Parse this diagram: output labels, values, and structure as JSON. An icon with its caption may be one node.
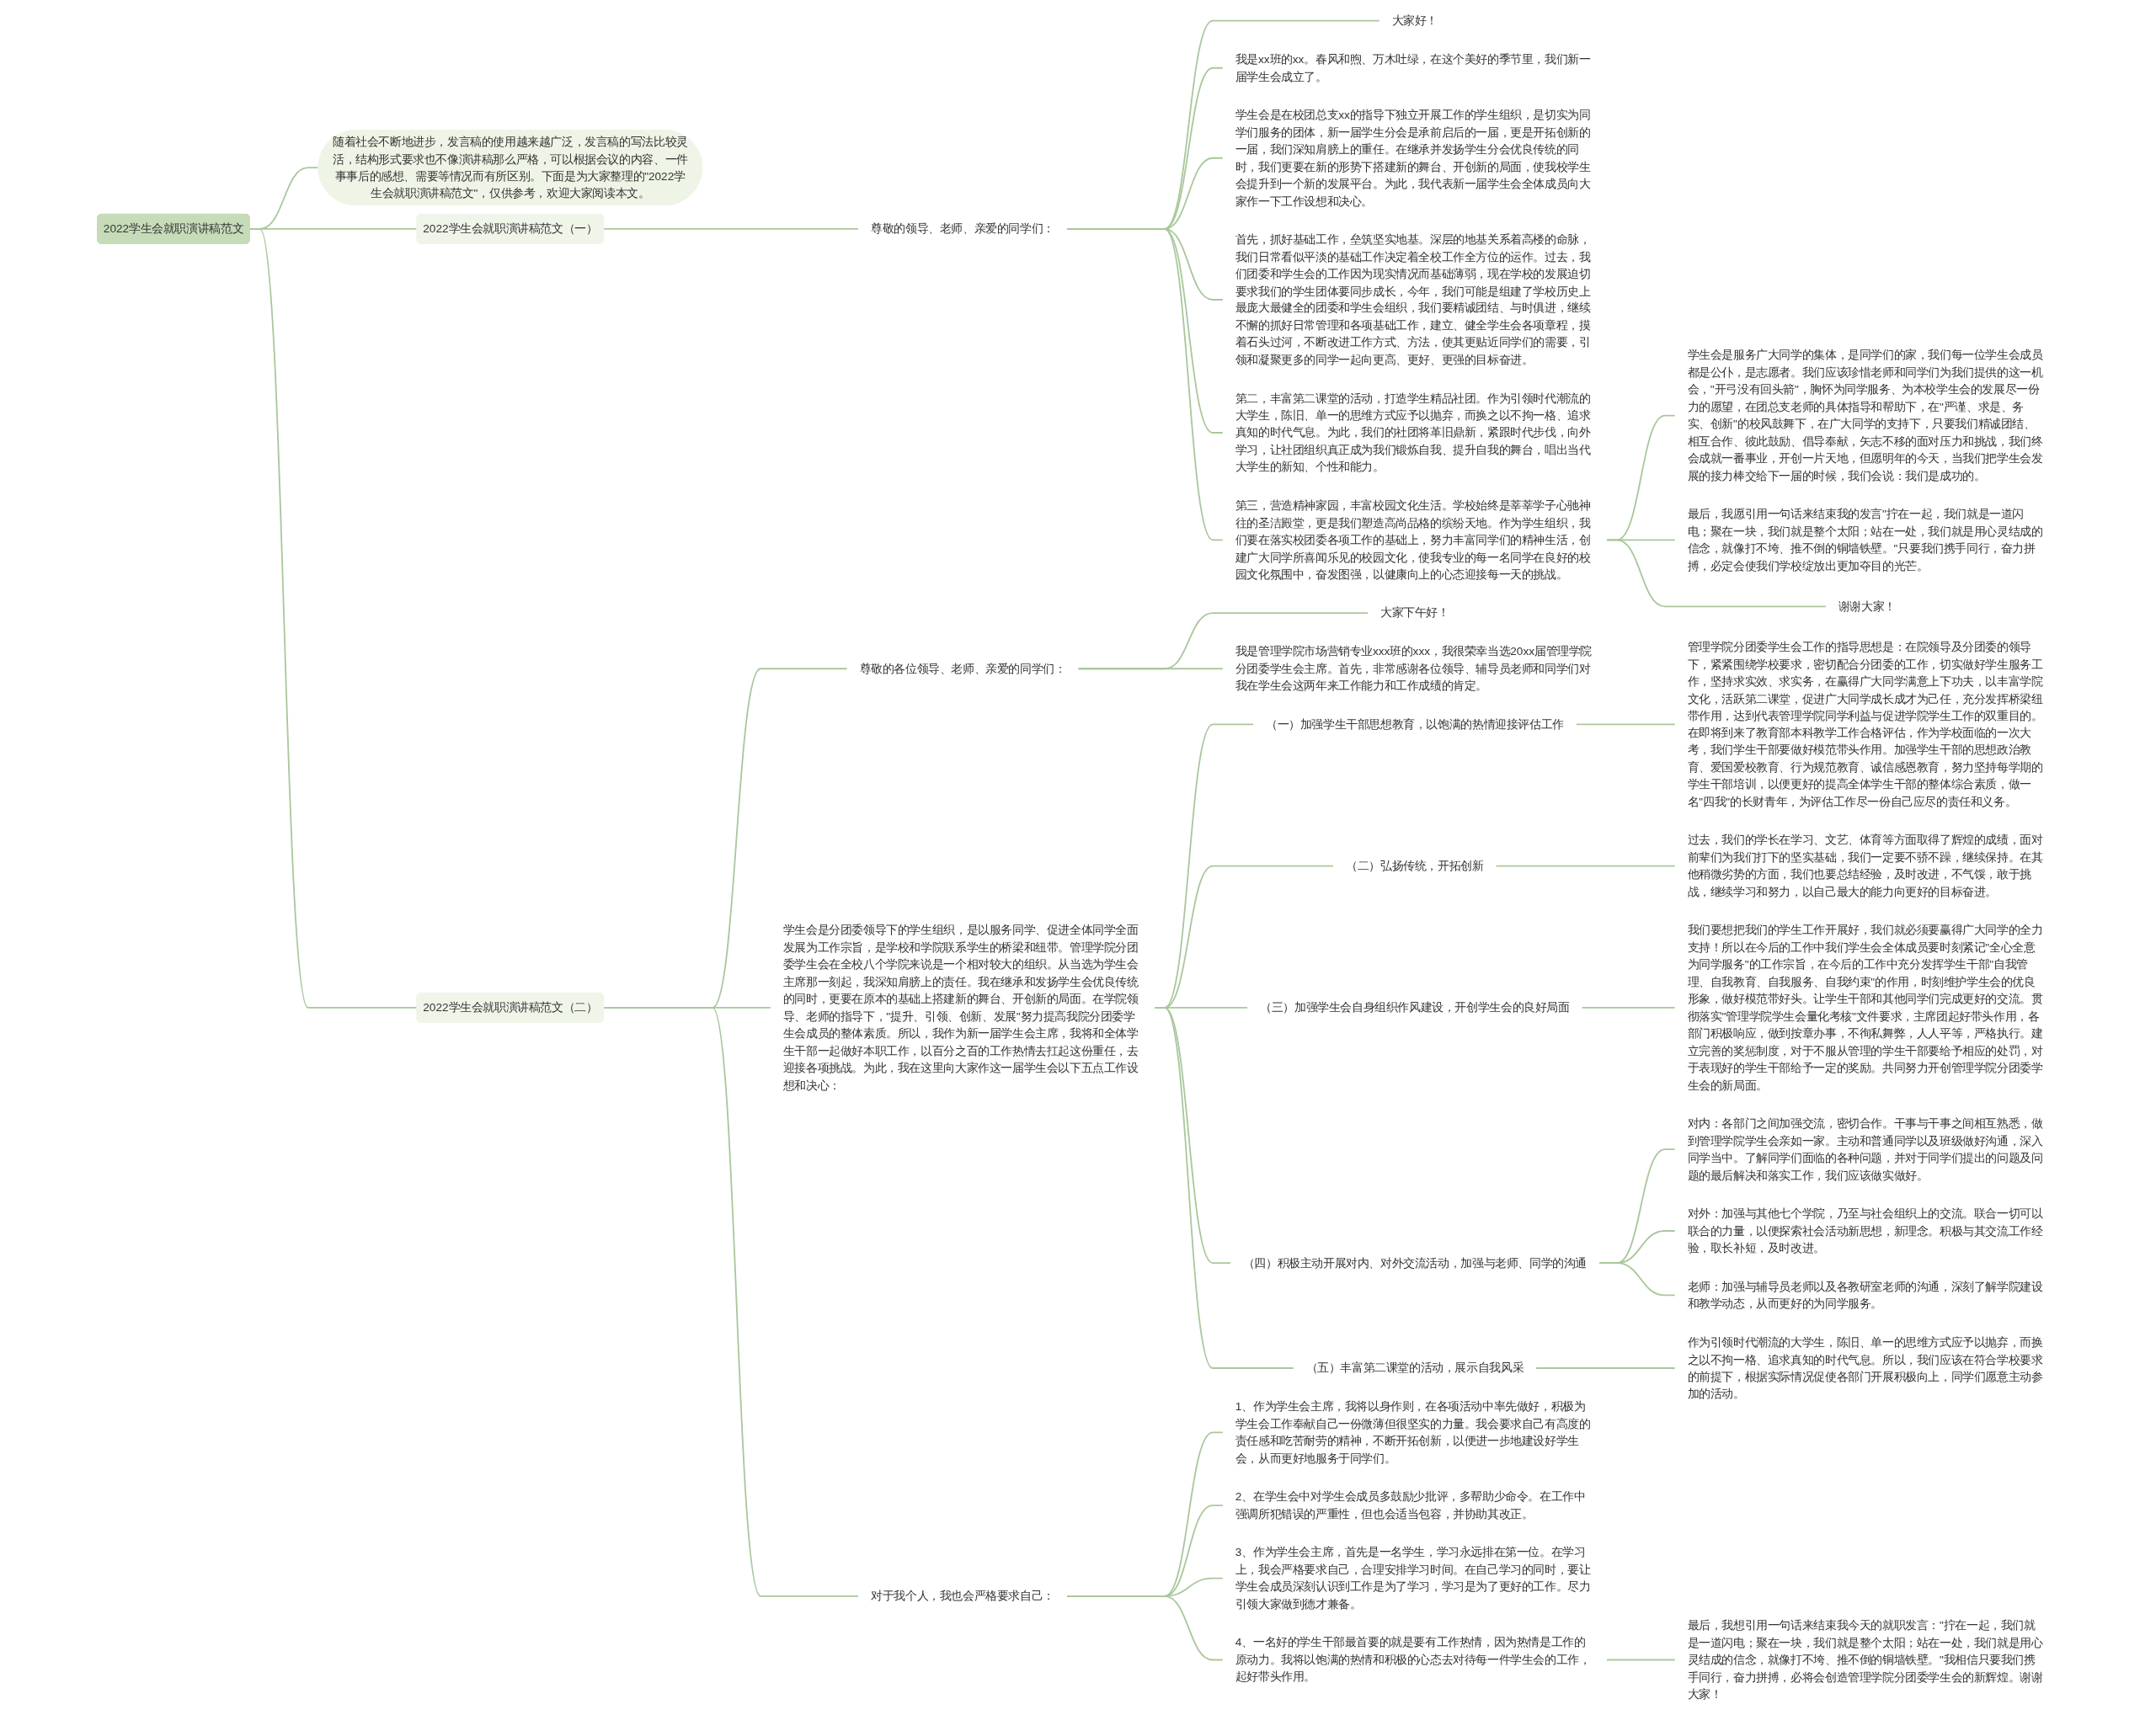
{
  "diagram": {
    "nodes": [
      {
        "text": [
          "2022学生会就职演讲稿范文"
        ]
      },
      {
        "text": [
          "随着社会不断地进步，发言稿的使用越来越广泛，发言稿的写法比较灵活，结构形式要求也不像演讲稿那么严格，可以根据会议的内容、一件事事后的感想、需要等情况而有所区别。下面是为大家整理的\"2022学生会就职演讲稿范文\"，仅供参考，欢迎大家阅读本文。"
        ]
      },
      {
        "text": [
          "2022学生会就职演讲稿范文（一）"
        ]
      },
      {
        "text": [
          "尊敬的领导、老师、亲爱的同学们："
        ]
      },
      {
        "text": [
          "大家好！"
        ]
      },
      {
        "text": [
          "我是xx班的xx。春风和煦、万木吐绿，在这个美好的季节里，我们新一届学生会成立了。"
        ]
      },
      {
        "text": [
          "学生会是在校团总支xx的指导下独立开展工作的学生组织，是切实为同学们服务的团体，新一届学生分会是承前启后的一届，更是开拓创新的一届，我们深知肩膀上的重任。在继承并发扬学生分会优良传统的同时，我们更要在新的形势下搭建新的舞台、开创新的局面，使我校学生会提升到一个新的发展平台。为此，我代表新一届学生会全体成员向大家作一下工作设想和决心。"
        ]
      },
      {
        "text": [
          "首先，抓好基础工作，垒筑坚实地基。深层的地基关系着高楼的命脉，我们日常看似平淡的基础工作决定着全校工作全方位的运作。过去，我们团委和学生会的工作因为现实情况而基础薄弱，现在学校的发展迫切要求我们的学生团体要同步成长，今年，我们可能是组建了学校历史上最庞大最健全的团委和学生会组织，我们要精诚团结、与时俱进，继续不懈的抓好日常管理和各项基础工作，建立、健全学生会各项章程，摸着石头过河，不断改进工作方式、方法，使其更贴近同学们的需要，引领和凝聚更多的同学一起向更高、更好、更强的目标奋进。"
        ]
      },
      {
        "text": [
          "第二，丰富第二课堂的活动，打造学生精品社团。作为引领时代潮流的大学生，陈旧、单一的思维方式应予以抛弃，而换之以不拘一格、追求真知的时代气息。为此，我们的社团将革旧鼎新，紧跟时代步伐，向外学习，让社团组织真正成为我们锻炼自我、提升自我的舞台，唱出当代大学生的新知、个性和能力。"
        ]
      },
      {
        "text": [
          "第三，营造精神家园，丰富校园文化生活。学校始终是莘莘学子心驰神往的圣洁殿堂，更是我们塑造高尚品格的缤纷天地。作为学生组织，我们要在落实校团委各项工作的基础上，努力丰富同学们的精神生活，创建广大同学所喜闻乐见的校园文化，使我专业的每一名同学在良好的校园文化氛围中，奋发图强，以健康向上的心态迎接每一天的挑战。"
        ]
      },
      {
        "text": [
          "学生会是服务广大同学的集体，是同学们的家，我们每一位学生会成员都是公仆，是志愿者。我们应该珍惜老师和同学们为我们提供的这一机会，\"开弓没有回头箭\"，胸怀为同学服务、为本校学生会的发展尽一份力的愿望，在团总支老师的具体指导和帮助下，在\"严谨、求是、务实、创新\"的校风鼓舞下，在广大同学的支持下，只要我们精诚团结、相互合作、彼此鼓励、倡导奉献，矢志不移的面对压力和挑战，我们终会成就一番事业，开创一片天地，但愿明年的今天，当我们把学生会发展的接力棒交给下一届的时候，我们会说：我们是成功的。"
        ]
      },
      {
        "text": [
          "最后，我愿引用一句话来结束我的发言\"拧在一起，我们就是一道闪电；聚在一块，我们就是整个太阳；站在一处，我们就是用心灵结成的信念，就像打不垮、推不倒的铜墙铁壁。\"只要我们携手同行，奋力拼搏，必定会使我们学校绽放出更加夺目的光芒。"
        ]
      },
      {
        "text": [
          "谢谢大家！"
        ]
      },
      {
        "text": [
          "2022学生会就职演讲稿范文（二）"
        ]
      },
      {
        "text": [
          "尊敬的各位领导、老师、亲爱的同学们："
        ]
      },
      {
        "text": [
          "大家下午好！"
        ]
      },
      {
        "text": [
          "我是管理学院市场营销专业xxx班的xxx，我很荣幸当选20xx届管理学院分团委学生会主席。首先，非常感谢各位领导、辅导员老师和同学们对我在学生会这两年来工作能力和工作成绩的肯定。"
        ]
      },
      {
        "text": [
          "学生会是分团委领导下的学生组织，是以服务同学、促进全体同学全面发展为工作宗旨，是学校和学院联系学生的桥梁和纽带。管理学院分团委学生会在全校八个学院来说是一个相对较大的组织。从当选为学生会主席那一刻起，我深知肩膀上的责任。我在继承和发扬学生会优良传统的同时，更要在原本的基础上搭建新的舞台、开创新的局面。在学院领导、老师的指导下，\"提升、引领、创新、发展\"努力提高我院分团委学生会成员的整体素质。所以，我作为新一届学生会主席，我将和全体学生干部一起做好本职工作，以百分之百的工作热情去扛起这份重任，去迎接各项挑战。为此，我在这里向大家作这一届学生会以下五点工作设想和决心："
        ]
      },
      {
        "text": [
          "（一）加强学生干部思想教育，以饱满的热情迎接评估工作"
        ]
      },
      {
        "text": [
          "管理学院分团委学生会工作的指导思想是：在院领导及分团委的领导下，紧紧围绕学校要求，密切配合分团委的工作，切实做好学生服务工作，坚持求实效、求实务，在赢得广大同学满意上下功夫，以丰富学院文化，活跃第二课堂，促进广大同学成长成才为己任，充分发挥桥梁纽带作用，达到代表管理学院同学利益与促进学院学生工作的双重目的。在即将到来了教育部本科教学工作合格评估，作为学校面临的一次大考，我们学生干部要做好模范带头作用。加强学生干部的思想政治教育、爱国爱校教育、行为规范教育、诚信感恩教育，努力坚持每学期的学生干部培训，以便更好的提高全体学生干部的整体综合素质，做一名\"四我\"的长财青年，为评估工作尽一份自己应尽的责任和义务。"
        ]
      },
      {
        "text": [
          "（二）弘扬传统，开拓创新"
        ]
      },
      {
        "text": [
          "过去，我们的学长在学习、文艺、体育等方面取得了辉煌的成绩，面对前辈们为我们打下的坚实基础，我们一定要不骄不躁，继续保持。在其他稍微劣势的方面，我们也要总结经验，及时改进，不气馁，敢于挑战，继续学习和努力，以自己最大的能力向更好的目标奋进。"
        ]
      },
      {
        "text": [
          "（三）加强学生会自身组织作风建设，开创学生会的良好局面"
        ]
      },
      {
        "text": [
          "我们要想把我们的学生工作开展好，我们就必须要赢得广大同学的全力支持！所以在今后的工作中我们学生会全体成员要时刻紧记\"全心全意为同学服务\"的工作宗旨，在今后的工作中充分发挥学生干部\"自我管理、自我教育、自我服务、自我约束\"的作用，时刻维护学生会的优良形象，做好模范带好头。让学生干部和其他同学们完成更好的交流。贯彻落实\"管理学院学生会量化考核\"文件要求，主席团起好带头作用，各部门积极响应，做到按章办事，不徇私舞弊，人人平等，严格执行。建立完善的奖惩制度，对于不服从管理的学生干部要给予相应的处罚，对于表现好的学生干部给予一定的奖励。共同努力开创管理学院分团委学生会的新局面。"
        ]
      },
      {
        "text": [
          "（四）积极主动开展对内、对外交流活动，加强与老师、同学的沟通"
        ]
      },
      {
        "text": [
          "对内：各部门之间加强交流，密切合作。干事与干事之间相互熟悉，做到管理学院学生会亲如一家。主动和普通同学以及班级做好沟通，深入同学当中。了解同学们面临的各种问题，并对于同学们提出的问题及问题的最后解决和落实工作，我们应该做实做好。"
        ]
      },
      {
        "text": [
          "对外：加强与其他七个学院，乃至与社会组织上的交流。联合一切可以联合的力量，以便探索社会活动新思想，新理念。积极与其交流工作经验，取长补短，及时改进。"
        ]
      },
      {
        "text": [
          "老师：加强与辅导员老师以及各教研室老师的沟通，深刻了解学院建设和教学动态，从而更好的为同学服务。"
        ]
      },
      {
        "text": [
          "（五）丰富第二课堂的活动，展示自我风采"
        ]
      },
      {
        "text": [
          "作为引领时代潮流的大学生，陈旧、单一的思维方式应予以抛弃，而换之以不拘一格、追求真知的时代气息。所以，我们应该在符合学校要求的前提下，根据实际情况促使各部门开展积极向上，同学们愿意主动参加的活动。"
        ]
      },
      {
        "text": [
          "对于我个人，我也会严格要求自己："
        ]
      },
      {
        "text": [
          "1、作为学生会主席，我将以身作则，在各项活动中率先做好，积极为学生会工作奉献自己一份微薄但很坚实的力量。我会要求自己有高度的责任感和吃苦耐劳的精神，不断开拓创新，以便进一步地建设好学生会，从而更好地服务于同学们。"
        ]
      },
      {
        "text": [
          "2、在学生会中对学生会成员多鼓励少批评，多帮助少命令。在工作中强调所犯错误的严重性，但也会适当包容，并协助其改正。"
        ]
      },
      {
        "text": [
          "3、作为学生会主席，首先是一名学生，学习永远排在第一位。在学习上，我会严格要求自己，合理安排学习时间。在自己学习的同时，要让学生会成员深刻认识到工作是为了学习，学习是为了更好的工作。尽力引领大家做到德才兼备。"
        ]
      },
      {
        "text": [
          "4、一名好的学生干部最首要的就是要有工作热情，因为热情是工作的原动力。我将以饱满的热情和积极的心态去对待每一件学生会的工作，起好带头作用。"
        ]
      },
      {
        "text": [
          "最后，我想引用一句话来结束我今天的就职发言：\"拧在一起，我们就是一道闪电；聚在一块，我们就是整个太阳；站在一处，我们就是用心灵结成的信念，就像打不垮、推不倒的铜墙铁壁。\"我相信只要我们携手同行，奋力拼搏，必将会创造管理学院分团委学生会的新辉煌。谢谢大家！"
        ]
      }
    ],
    "edges": [
      {
        "from": 0,
        "to": 1,
        "arrow": "none"
      },
      {
        "from": 0,
        "to": 2,
        "arrow": "none"
      },
      {
        "from": 2,
        "to": 3,
        "arrow": "none"
      },
      {
        "from": 3,
        "to": 4,
        "arrow": "none"
      },
      {
        "from": 3,
        "to": 5,
        "arrow": "none"
      },
      {
        "from": 3,
        "to": 6,
        "arrow": "none"
      },
      {
        "from": 3,
        "to": 7,
        "arrow": "none"
      },
      {
        "from": 3,
        "to": 8,
        "arrow": "none"
      },
      {
        "from": 3,
        "to": 9,
        "arrow": "none"
      },
      {
        "from": 9,
        "to": 10,
        "arrow": "none"
      },
      {
        "from": 9,
        "to": 11,
        "arrow": "none"
      },
      {
        "from": 9,
        "to": 12,
        "arrow": "none"
      },
      {
        "from": 0,
        "to": 13,
        "arrow": "none"
      },
      {
        "from": 13,
        "to": 14,
        "arrow": "none"
      },
      {
        "from": 14,
        "to": 15,
        "arrow": "none"
      },
      {
        "from": 14,
        "to": 16,
        "arrow": "none"
      },
      {
        "from": 13,
        "to": 17,
        "arrow": "none"
      },
      {
        "from": 17,
        "to": 18,
        "arrow": "none"
      },
      {
        "from": 18,
        "to": 19,
        "arrow": "none"
      },
      {
        "from": 17,
        "to": 20,
        "arrow": "none"
      },
      {
        "from": 20,
        "to": 21,
        "arrow": "none"
      },
      {
        "from": 17,
        "to": 22,
        "arrow": "none"
      },
      {
        "from": 22,
        "to": 23,
        "arrow": "none"
      },
      {
        "from": 17,
        "to": 24,
        "arrow": "none"
      },
      {
        "from": 24,
        "to": 25,
        "arrow": "none"
      },
      {
        "from": 24,
        "to": 26,
        "arrow": "none"
      },
      {
        "from": 24,
        "to": 27,
        "arrow": "none"
      },
      {
        "from": 17,
        "to": 28,
        "arrow": "none"
      },
      {
        "from": 28,
        "to": 29,
        "arrow": "none"
      },
      {
        "from": 13,
        "to": 30,
        "arrow": "none"
      },
      {
        "from": 30,
        "to": 31,
        "arrow": "none"
      },
      {
        "from": 30,
        "to": 32,
        "arrow": "none"
      },
      {
        "from": 30,
        "to": 33,
        "arrow": "none"
      },
      {
        "from": 30,
        "to": 34,
        "arrow": "none"
      },
      {
        "from": 34,
        "to": 35,
        "arrow": "none"
      }
    ]
  }
}
